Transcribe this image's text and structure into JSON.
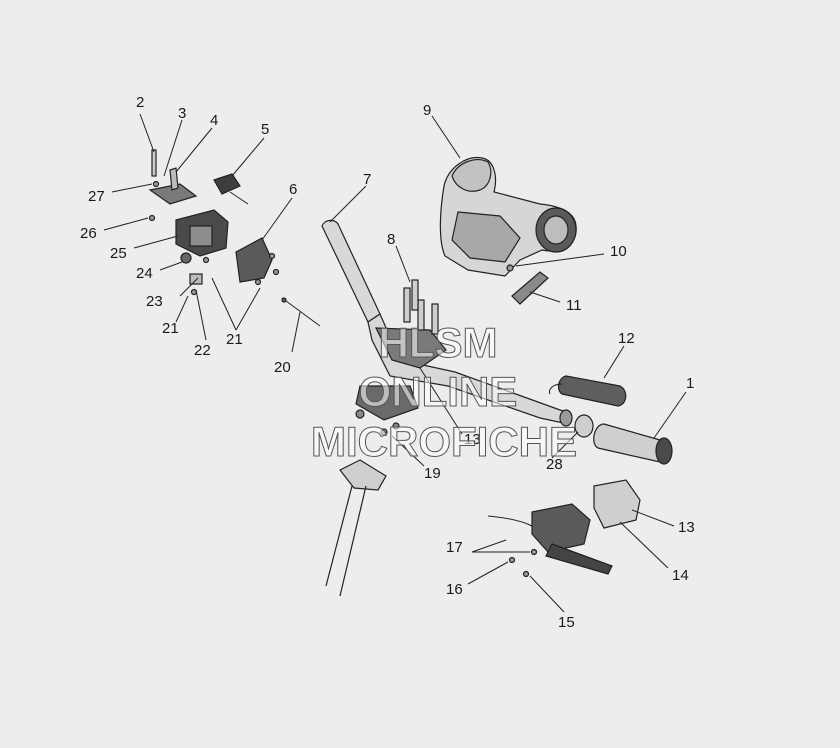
{
  "callouts": {
    "c1": "1",
    "c2": "2",
    "c3": "3",
    "c4": "4",
    "c5": "5",
    "c6": "6",
    "c7": "7",
    "c8": "8",
    "c9": "9",
    "c10": "10",
    "c11": "11",
    "c12": "12",
    "c13a": "13",
    "c13b": "13",
    "c14": "14",
    "c15": "15",
    "c16": "16",
    "c17": "17",
    "c19": "19",
    "c20": "20",
    "c21a": "21",
    "c21b": "21",
    "c22": "22",
    "c23": "23",
    "c24": "24",
    "c25": "25",
    "c26": "26",
    "c27": "27",
    "c28": "28"
  },
  "watermark": {
    "line1": "HLSM",
    "line2": "ONLINE",
    "line3": "MICROFICHE"
  },
  "colors": {
    "background": "#ededed",
    "part_fill": "#d4d4d4",
    "part_dark": "#6a6a6a",
    "line": "#222222"
  }
}
